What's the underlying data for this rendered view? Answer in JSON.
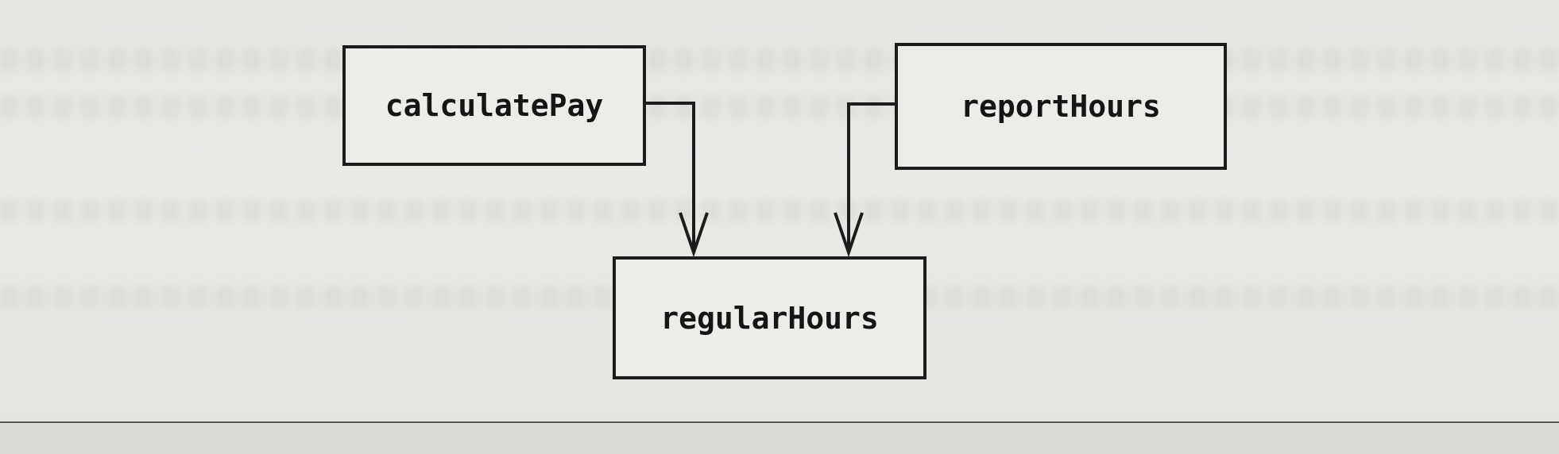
{
  "diagram": {
    "nodes": [
      {
        "id": "calculatePay",
        "label": "calculatePay"
      },
      {
        "id": "reportHours",
        "label": "reportHours"
      },
      {
        "id": "regularHours",
        "label": "regularHours"
      }
    ],
    "edges": [
      {
        "from": "calculatePay",
        "to": "regularHours",
        "style": "open-arrow"
      },
      {
        "from": "reportHours",
        "to": "regularHours",
        "style": "open-arrow"
      }
    ],
    "colors": {
      "stroke": "#1c1c1c",
      "node_fill": "#ecece9",
      "background": "#e6e6e3"
    }
  }
}
